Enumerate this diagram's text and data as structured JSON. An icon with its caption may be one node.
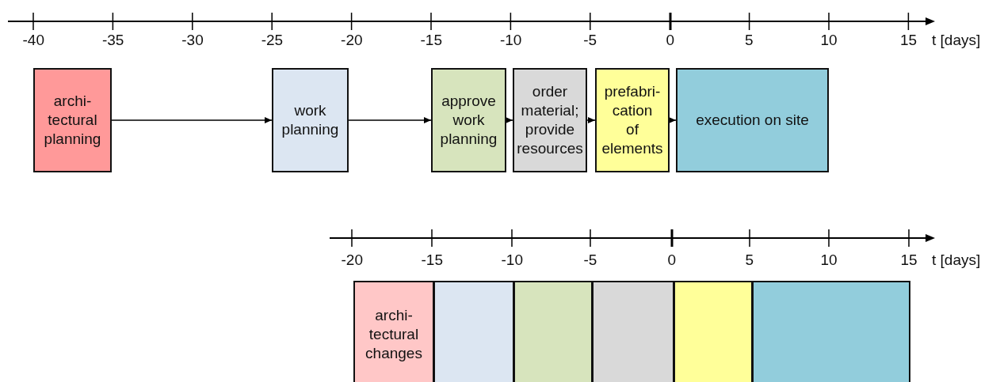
{
  "diagram": {
    "nodes": [
      {
        "text": [
          "archi- tectural planning"
        ]
      },
      {
        "text": [
          "work planning"
        ]
      },
      {
        "text": [
          "approve work planning"
        ]
      },
      {
        "text": [
          "order material; provide resources"
        ]
      },
      {
        "text": [
          "prefabri- cation of elements"
        ]
      },
      {
        "text": [
          "execution on site"
        ]
      },
      {
        "text": [
          "archi- tectural changes"
        ]
      },
      {
        "text": [],
        "shape": "box"
      },
      {
        "text": [],
        "shape": "box"
      },
      {
        "text": [],
        "shape": "box"
      },
      {
        "text": [],
        "shape": "box"
      },
      {
        "text": [],
        "shape": "box"
      }
    ],
    "edges": [
      {
        "from": 0,
        "to": 1,
        "arrow": "to"
      },
      {
        "from": 1,
        "to": 2,
        "arrow": "to"
      },
      {
        "from": 2,
        "to": 3,
        "arrow": "to"
      },
      {
        "from": 3,
        "to": 4,
        "arrow": "to"
      },
      {
        "from": 4,
        "to": 5,
        "arrow": "to"
      }
    ],
    "labels": [
      "-40",
      "-35",
      "-30",
      "-25",
      "-20",
      "-15",
      "-10",
      "-5",
      "0",
      "5",
      "10",
      "15",
      "t [days]",
      "-20",
      "-15",
      "-10",
      "-5",
      "0",
      "5",
      "10",
      "15",
      "t [days]"
    ]
  }
}
